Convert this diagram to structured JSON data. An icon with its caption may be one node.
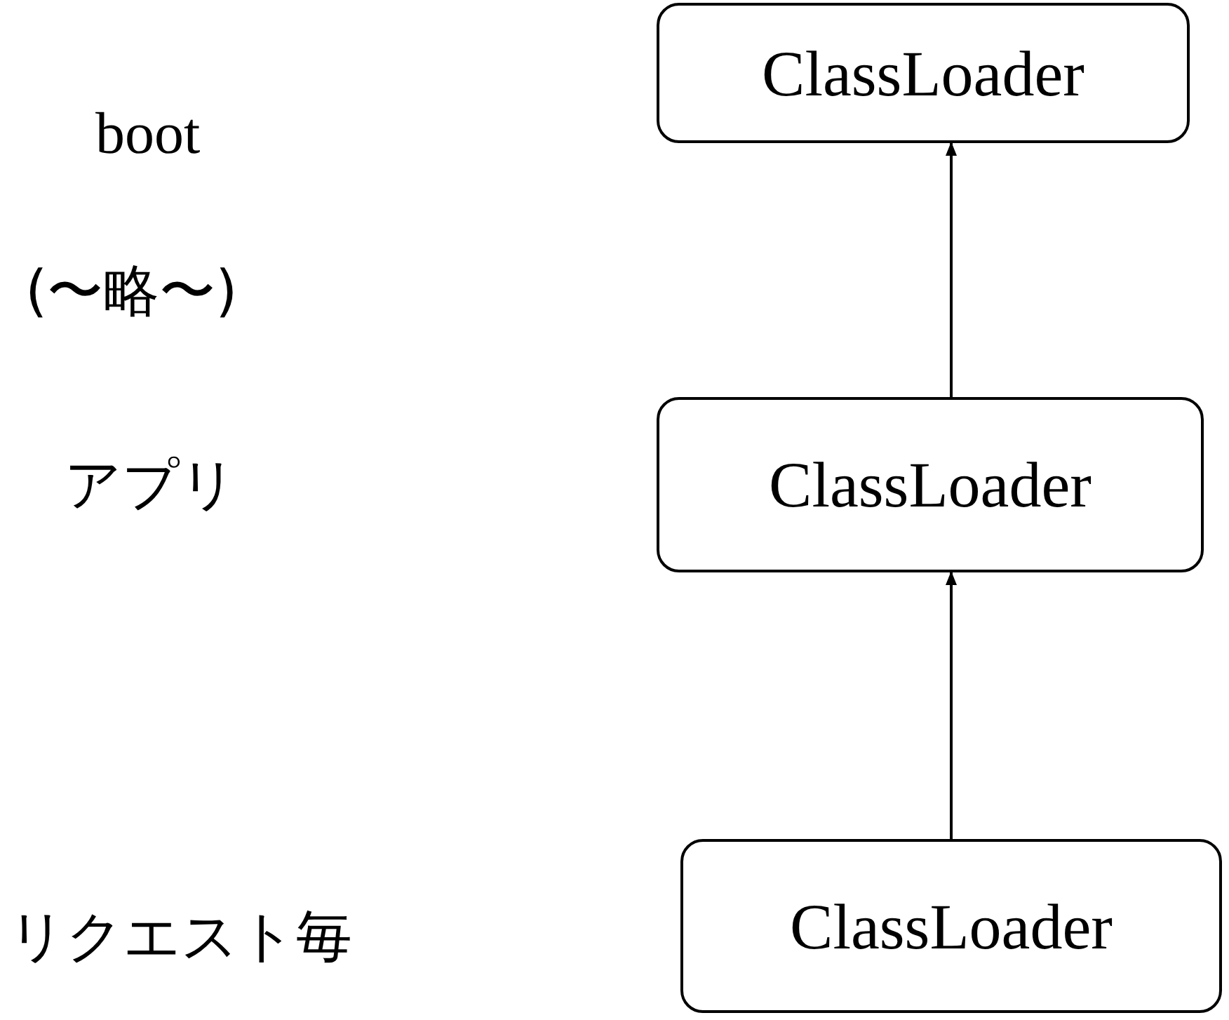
{
  "diagram": {
    "nodes": [
      {
        "text": [
          "ClassLoader"
        ]
      },
      {
        "text": [
          "ClassLoader"
        ]
      },
      {
        "text": [
          "ClassLoader"
        ]
      }
    ],
    "edges": [
      {
        "from": 1,
        "to": 0,
        "arrow": "to"
      },
      {
        "from": 2,
        "to": 1,
        "arrow": "to"
      }
    ],
    "labels": [
      "boot",
      "(〜略〜)",
      "アプリ",
      "リクエスト毎"
    ]
  }
}
